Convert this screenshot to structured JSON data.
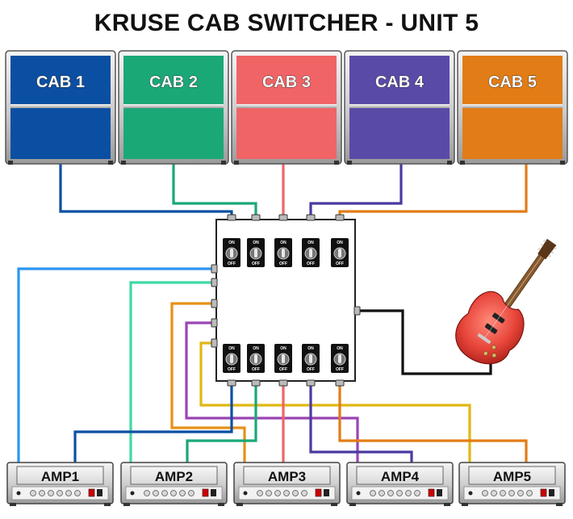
{
  "title": "KRUSE CAB SWITCHER - UNIT 5",
  "cabs": [
    {
      "label": "CAB 1",
      "color": "#0b4fa3"
    },
    {
      "label": "CAB 2",
      "color": "#1aa877"
    },
    {
      "label": "CAB 3",
      "color": "#f06466"
    },
    {
      "label": "CAB 4",
      "color": "#5a4aa8"
    },
    {
      "label": "CAB 5",
      "color": "#e27c16"
    }
  ],
  "amps": [
    {
      "label": "AMP1"
    },
    {
      "label": "AMP2"
    },
    {
      "label": "AMP3"
    },
    {
      "label": "AMP4"
    },
    {
      "label": "AMP5"
    }
  ],
  "switches": {
    "on_label": "ON",
    "off_label": "OFF"
  },
  "cable_colors": {
    "cab1": "#0b4fa3",
    "cab2": "#1aa877",
    "cab3": "#f06466",
    "cab4": "#4a3aa0",
    "cab5": "#e27c16",
    "amp1": "#2a96f0",
    "amp2": "#3fd9a4",
    "amp3": "#e69116",
    "amp4": "#9b44b4",
    "amp5": "#e0b814",
    "guitar": "#111111"
  },
  "icons": [
    "electric-guitar-icon",
    "toggle-switch-icon",
    "jack-icon"
  ]
}
